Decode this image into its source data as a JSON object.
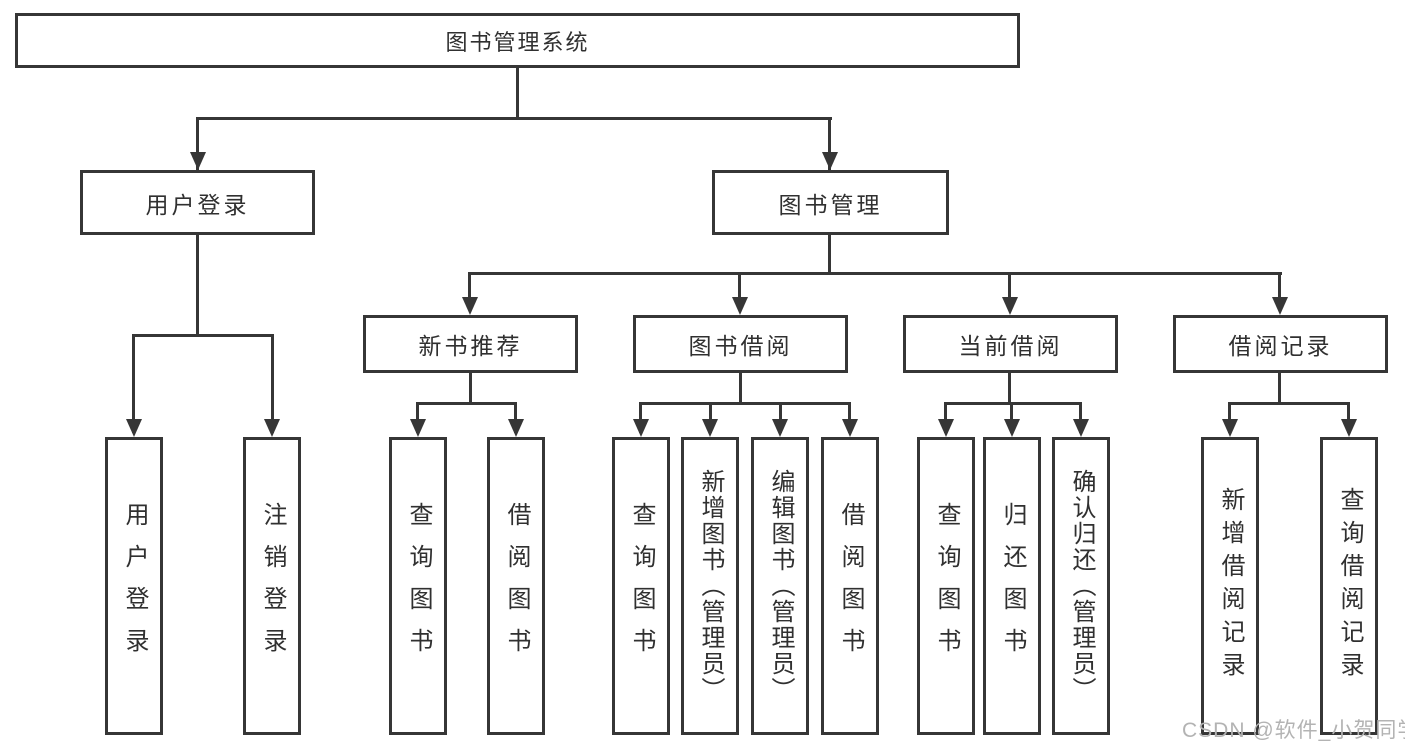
{
  "root": {
    "label": "图书管理系统"
  },
  "level2": {
    "user_login": {
      "label": "用户登录"
    },
    "book_management": {
      "label": "图书管理"
    }
  },
  "level3": {
    "new_book_recommend": {
      "label": "新书推荐"
    },
    "book_borrow": {
      "label": "图书借阅"
    },
    "current_borrow": {
      "label": "当前借阅"
    },
    "borrow_records": {
      "label": "借阅记录"
    }
  },
  "leaves": {
    "user_login": [
      {
        "label": "用户登录"
      },
      {
        "label": "注销登录"
      }
    ],
    "new_book_recommend": [
      {
        "label": "查询图书"
      },
      {
        "label": "借阅图书"
      }
    ],
    "book_borrow": [
      {
        "label": "查询图书"
      },
      {
        "label": "新增图书（管理员）"
      },
      {
        "label": "编辑图书（管理员）"
      },
      {
        "label": "借阅图书"
      }
    ],
    "current_borrow": [
      {
        "label": "查询图书"
      },
      {
        "label": "归还图书"
      },
      {
        "label": "确认归还（管理员）"
      }
    ],
    "borrow_records": [
      {
        "label": "新增借阅记录"
      },
      {
        "label": "查询借阅记录"
      }
    ]
  },
  "watermark": {
    "text": "CSDN @软件_小贺同学"
  },
  "colors": {
    "line": "#363636",
    "border": "#363636",
    "text": "#303030",
    "watermark": "#b3b3b3",
    "background": "#ffffff"
  }
}
